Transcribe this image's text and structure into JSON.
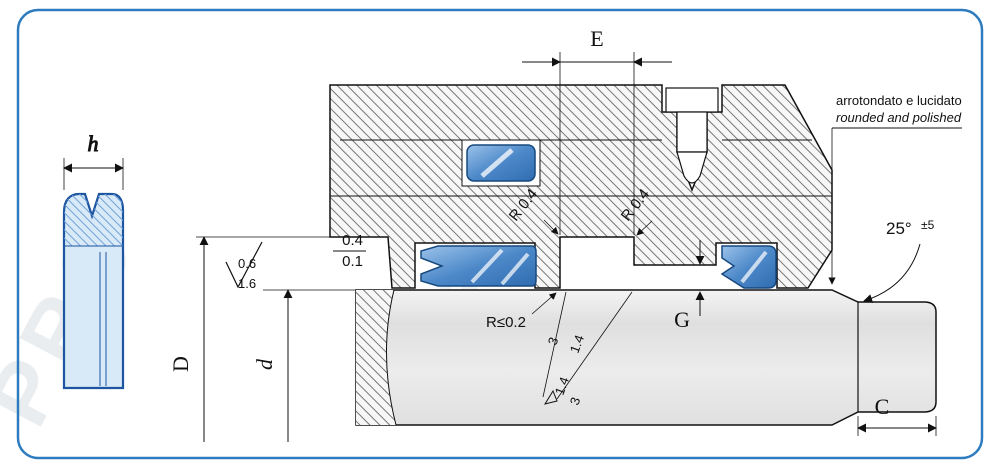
{
  "frame": {
    "color": "#2e7cc0"
  },
  "watermark": {
    "text": "PRO"
  },
  "seal_profile": {
    "h_label": "h"
  },
  "dims": {
    "E": "E",
    "D": "D",
    "d": "d",
    "G": "G",
    "C": "C",
    "angle_value": "25°",
    "angle_tol": "±5",
    "radius_left": "R 0.4",
    "radius_right": "R 0.4",
    "radius_max": "R≤0.2",
    "tol_upper": "0.4",
    "tol_lower": "0.1",
    "rough_upper": "0.6",
    "rough_lower": "1.6",
    "chamfer_a": "3",
    "chamfer_b": "1.4",
    "chamfer2_a": "1.4",
    "chamfer2_b": "3"
  },
  "notes": {
    "line1_it": "arrotondato e lucidato",
    "line2_en": "rounded and polished"
  }
}
